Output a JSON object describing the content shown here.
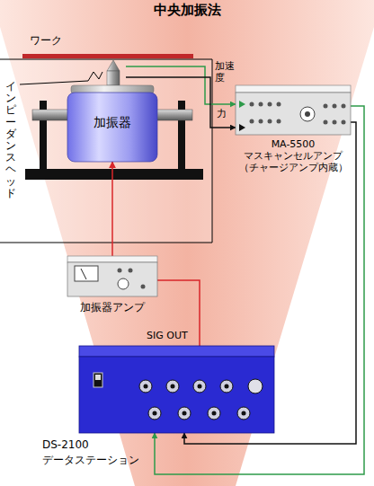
{
  "diagram": {
    "title": "中央加振法",
    "nodes": [
      {
        "text": [
          "ワーク"
        ]
      },
      {
        "text": [
          "インピーダンスヘッド"
        ]
      },
      {
        "text": [
          "加振器"
        ]
      },
      {
        "text": [
          "MA-5500",
          "マスキャンセルアンプ",
          "（チャージアンプ内蔵）"
        ]
      },
      {
        "text": [
          "加振器アンプ"
        ]
      },
      {
        "text": [
          "DS-2100",
          "データステーション"
        ]
      }
    ],
    "edges": [
      {
        "from": 1,
        "to": 3,
        "arrow": "to",
        "label": "加速度"
      },
      {
        "from": 1,
        "to": 3,
        "arrow": "to",
        "label": "力"
      },
      {
        "from": 4,
        "to": 2,
        "arrow": "to"
      },
      {
        "from": 5,
        "to": 4,
        "arrow": "none",
        "label": "SIG OUT"
      },
      {
        "from": 3,
        "to": 5,
        "arrow": "to"
      },
      {
        "from": 3,
        "to": 5,
        "arrow": "to"
      }
    ]
  }
}
